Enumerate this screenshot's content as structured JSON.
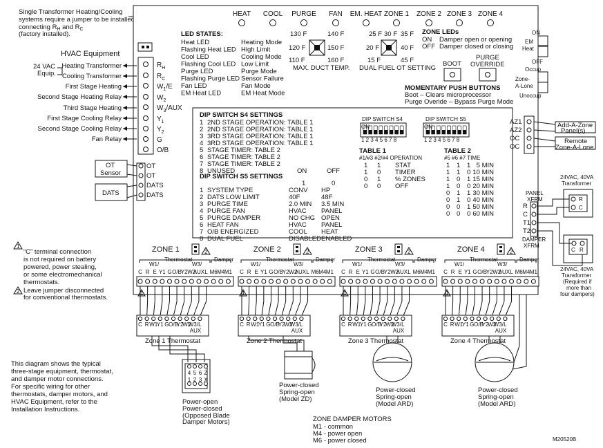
{
  "note_jumper": [
    "Single Transformer Heating/Cooling",
    "systems require a jumper to be installed",
    "connecting R",
    "H",
    " and R",
    "C",
    "(factory installed)."
  ],
  "hvac_title": "HVAC Equipment",
  "vac_label": [
    "24 VAC",
    "Equip."
  ],
  "equipment": [
    "Heating Transformer",
    "Cooling Transformer",
    "First Stage Heating",
    "Second Stage Heating Relay",
    "Third Stage Heating",
    "First Stage Cooling Relay",
    "Second Stage Cooling Relay",
    "Fan Relay"
  ],
  "equip_terminals": [
    {
      "main": "R",
      "sub": "H"
    },
    {
      "main": "R",
      "sub": "C"
    },
    {
      "main": "W",
      "sub": "1",
      "tail": "/E"
    },
    {
      "main": "W",
      "sub": "2"
    },
    {
      "main": "W",
      "sub": "3",
      "tail": "/AUX"
    },
    {
      "main": "Y",
      "sub": "1"
    },
    {
      "main": "Y",
      "sub": "2"
    },
    {
      "main": "G"
    },
    {
      "main": "O/B"
    }
  ],
  "sensor_labels": [
    "OT",
    "Sensor",
    "DATS"
  ],
  "sensor_terminals": [
    "OT",
    "OT",
    "DATS",
    "DATS"
  ],
  "top_leds": [
    "HEAT",
    "COOL",
    "PURGE",
    "FAN",
    "EM. HEAT",
    "ZONE 1",
    "ZONE 2",
    "ZONE 3",
    "ZONE 4"
  ],
  "led_states_title": "LED STATES:",
  "led_states_left": [
    "Heat LED",
    "Flashing Heat LED",
    "Cool LED",
    "Flashing Cool LED",
    "Purge LED",
    "Flashing Purge LED",
    "Fan LED",
    "EM Heat LED"
  ],
  "led_states_right": [
    "Heating Mode",
    "High Limit",
    "Cooling Mode",
    "Low Limit",
    "Purge Mode",
    "Sensor Failure",
    "Fan Mode",
    "EM Heat Mode"
  ],
  "duct_temp": {
    "labels": [
      "130 F",
      "140 F",
      "120 F",
      "150 F",
      "110 F",
      "160 F"
    ],
    "title": "MAX. DUCT TEMP."
  },
  "dual_fuel": {
    "labels": [
      "25 F",
      "30 F",
      "35 F",
      "20 F",
      "40 F",
      "15 F",
      "45 F"
    ],
    "title": "DUAL FUEL OT SETTING"
  },
  "zone_leds": {
    "title": "ZONE LEDs",
    "rows": [
      [
        "ON",
        "Damper open or opening"
      ],
      [
        "OFF",
        "Damper closed or closing"
      ]
    ]
  },
  "boot_label": "BOOT",
  "purge_override_label": [
    "PURGE",
    "OVERRIDE"
  ],
  "momentary": {
    "title": "MOMENTARY PUSH BUTTONS",
    "lines": [
      "Boot – Clears microprocessor",
      "Purge Overide – Bypass Purge Mode"
    ]
  },
  "em_switch": {
    "on": "ON",
    "label": [
      "EM",
      "Heat"
    ],
    "off": "OFF"
  },
  "zone_switch": {
    "top": "Occup",
    "label": [
      "Zone-",
      "A-Lone"
    ],
    "bottom": "Unoccup"
  },
  "s4_title": "DIP SWITCH S4 SETTINGS",
  "s4_rows": [
    [
      "1",
      "2ND STAGE OPERATION: TABLE 1"
    ],
    [
      "2",
      "2ND STAGE OPERATION: TABLE 1"
    ],
    [
      "3",
      "3RD STAGE OPERATION: TABLE 1"
    ],
    [
      "4",
      "3RD STAGE OPERATION: TABLE 1"
    ],
    [
      "5",
      "STAGE TIMER: TABLE 2"
    ],
    [
      "6",
      "STAGE TIMER: TABLE 2"
    ],
    [
      "7",
      "STAGE TIMER: TABLE 2"
    ],
    [
      "8",
      "UNUSED",
      "ON",
      "OFF"
    ]
  ],
  "s5_title": "DIP SWITCH S5 SETTINGS",
  "s5_rows": [
    [
      "",
      "",
      "1",
      "0"
    ],
    [
      "1",
      "SYSTEM TYPE",
      "CONV",
      "HP"
    ],
    [
      "2",
      "DATS LOW LIMIT",
      "40F",
      "48F"
    ],
    [
      "3",
      "PURGE TIME",
      "2.0 MIN",
      "3.5 MIN"
    ],
    [
      "4",
      "PURGE FAN",
      "HVAC",
      "PANEL"
    ],
    [
      "5",
      "PURGE DAMPER",
      "NO CHG",
      "OPEN"
    ],
    [
      "6",
      "HEAT FAN",
      "HVAC",
      "PANEL"
    ],
    [
      "7",
      "O/B ENERGIZED",
      "COOL",
      "HEAT"
    ],
    [
      "8",
      "DUAL FUEL",
      "DISABLED",
      "ENABLED"
    ]
  ],
  "dip_s4": {
    "title": "DIP SWITCH S4",
    "on": "ON",
    "nums": "1 2 3 4 5 6 7 8"
  },
  "dip_s5": {
    "title": "DIP SWITCH S5",
    "on": "ON",
    "nums": "1 2 3 4 5 6 7 8"
  },
  "table1": {
    "title": "TABLE 1",
    "header": [
      "#1/#3",
      "#2/#4",
      "OPERATION"
    ],
    "rows": [
      [
        "1",
        "1",
        "STAT"
      ],
      [
        "1",
        "0",
        "TIMER"
      ],
      [
        "0",
        "1",
        "% ZONES"
      ],
      [
        "0",
        "0",
        "OFF"
      ]
    ]
  },
  "table2": {
    "title": "TABLE 2",
    "header": [
      "#5",
      "#6",
      "#7",
      "TIME"
    ],
    "rows": [
      [
        "1",
        "1",
        "1",
        "5 MIN"
      ],
      [
        "1",
        "1",
        "0",
        "10 MIN"
      ],
      [
        "1",
        "0",
        "1",
        "15 MIN"
      ],
      [
        "1",
        "0",
        "0",
        "20 MIN"
      ],
      [
        "0",
        "1",
        "1",
        "30 MIN"
      ],
      [
        "0",
        "1",
        "0",
        "40 MIN"
      ],
      [
        "0",
        "0",
        "1",
        "50 MIN"
      ],
      [
        "0",
        "0",
        "0",
        "60 MIN"
      ]
    ]
  },
  "right_terms": [
    "AZ1",
    "AZ2",
    "OC",
    "OC"
  ],
  "add_zone": [
    "Add-A-Zone",
    "Panel(s)"
  ],
  "remote": [
    "Remote",
    "Zone-A-Lone"
  ],
  "transformer_top": [
    "24VAC, 40VA",
    "Transformer"
  ],
  "panel_xfrm": [
    "PANEL",
    "XFRM"
  ],
  "xfrm_terms": [
    "R",
    "C",
    "T1",
    "T2"
  ],
  "damper_xfrm": [
    "DAMPER",
    "XFRM"
  ],
  "transformer_bottom": [
    "24VAC, 40VA",
    "Transformer",
    "(Required if",
    "more than",
    "four dampers)"
  ],
  "cr": [
    "C",
    "R"
  ],
  "zones": [
    "ZONE 1",
    "ZONE 2",
    "ZONE 3",
    "ZONE 4"
  ],
  "zone_strip_labels": [
    "W1/",
    "W3/",
    "Thermostat",
    "Damper"
  ],
  "zone_terms": [
    "C",
    "R",
    "E",
    "Y1",
    "G",
    "O/B",
    "Y2",
    "W2",
    "AUX",
    "L",
    "M6",
    "M4",
    "M1"
  ],
  "thermostat_terms": [
    "C",
    "R",
    "W1",
    "Y1",
    "G",
    "O/B",
    "Y2",
    "W2",
    "W3/",
    "L"
  ],
  "thermostat_aux": "AUX",
  "thermostat_names": [
    "Zone 1 Thermostat",
    "Zone 2 Thermostat",
    "Zone 3 Thermostat",
    "Zone 4 Thermostat"
  ],
  "note_c_terminal": [
    "“C” terminal connection",
    "is not required on battery",
    "powered, power stealing,",
    "or some electromechanical",
    "thermostats."
  ],
  "note_leave_jumper": [
    "Leave jumper disconnected",
    "for conventional thermostats."
  ],
  "note_diagram": [
    "This diagram shows the typical",
    "three-stage equipment, thermostat,",
    "and damper motor connections.",
    "For specific wiring for other",
    "thermostats, damper motors, and",
    "HVAC Equipment, refer to the",
    "Installation Instructions."
  ],
  "damper_motor_terms": [
    [
      "4",
      "5",
      "6",
      "Z"
    ],
    [
      "1",
      "2",
      "3",
      "X"
    ]
  ],
  "damper_motor_1": [
    "Power-open",
    "Power-closed",
    "(Opposed Blade",
    "Damper Motors)"
  ],
  "damper_motor_2": [
    "Power-closed",
    "Spring-open",
    "(Model ZD)"
  ],
  "damper_motor_3": [
    "Power-closed",
    "Spring-open",
    "(Model ARD)"
  ],
  "damper_motor_4": [
    "Power-closed",
    "Spring-open",
    "(Model ARD)"
  ],
  "zone_damper": {
    "title": "ZONE DAMPER MOTORS",
    "lines": [
      "M1 - common",
      "M4 - power open",
      "M6 - power closed"
    ]
  },
  "ref_code": "M20520B",
  "warn_1": "1",
  "warn_2": "2"
}
